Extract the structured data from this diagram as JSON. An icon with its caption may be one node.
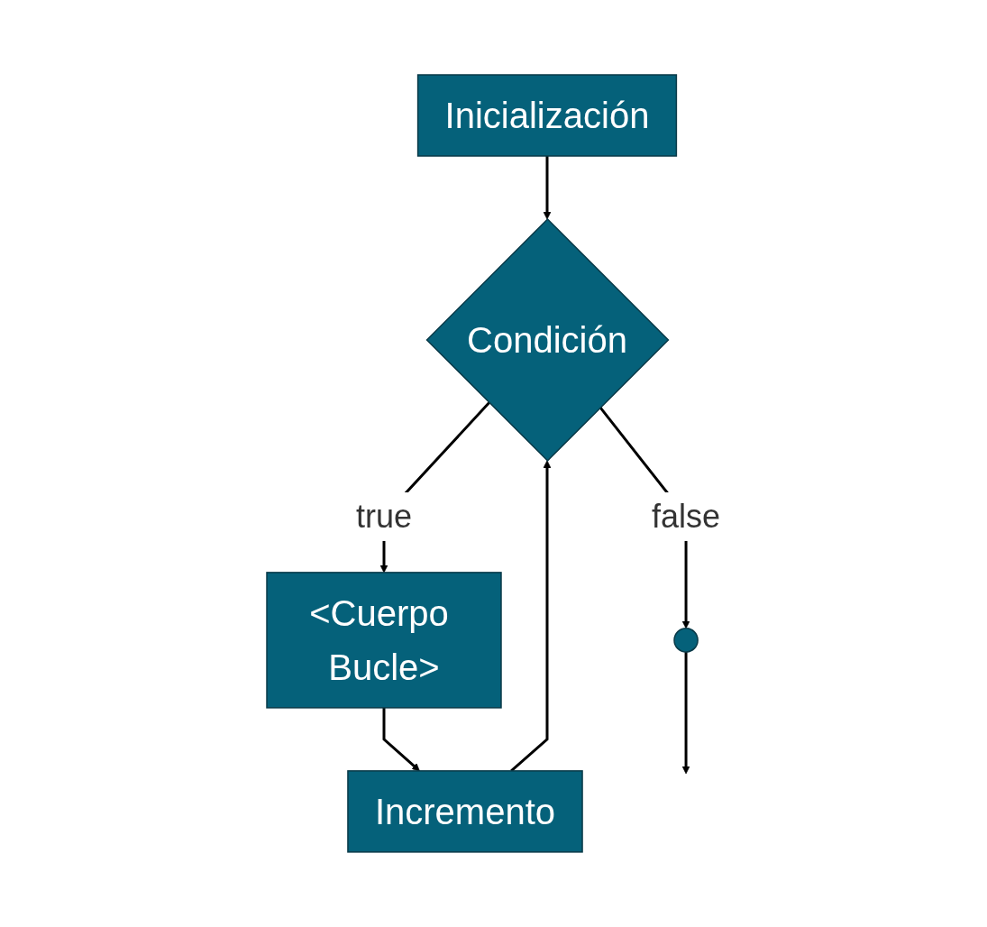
{
  "diagram": {
    "nodes": [
      {
        "text": [
          "Inicialización"
        ]
      },
      {
        "text": [
          "Condición"
        ]
      },
      {
        "text": [
          "<Cuerpo Bucle>"
        ]
      },
      {
        "text": [
          "Incremento"
        ]
      },
      {
        "text": [],
        "shape": "circle"
      }
    ],
    "edges": [
      {
        "from": 0,
        "to": 1,
        "arrow": "to"
      },
      {
        "from": 1,
        "to": 2,
        "arrow": "to",
        "label": "true"
      },
      {
        "from": 2,
        "to": 3,
        "arrow": "to"
      },
      {
        "from": 3,
        "to": 1,
        "arrow": "to"
      },
      {
        "from": 1,
        "to": 4,
        "arrow": "to",
        "label": "false"
      },
      {
        "from": 4,
        "to": null,
        "arrow": "to"
      }
    ]
  }
}
